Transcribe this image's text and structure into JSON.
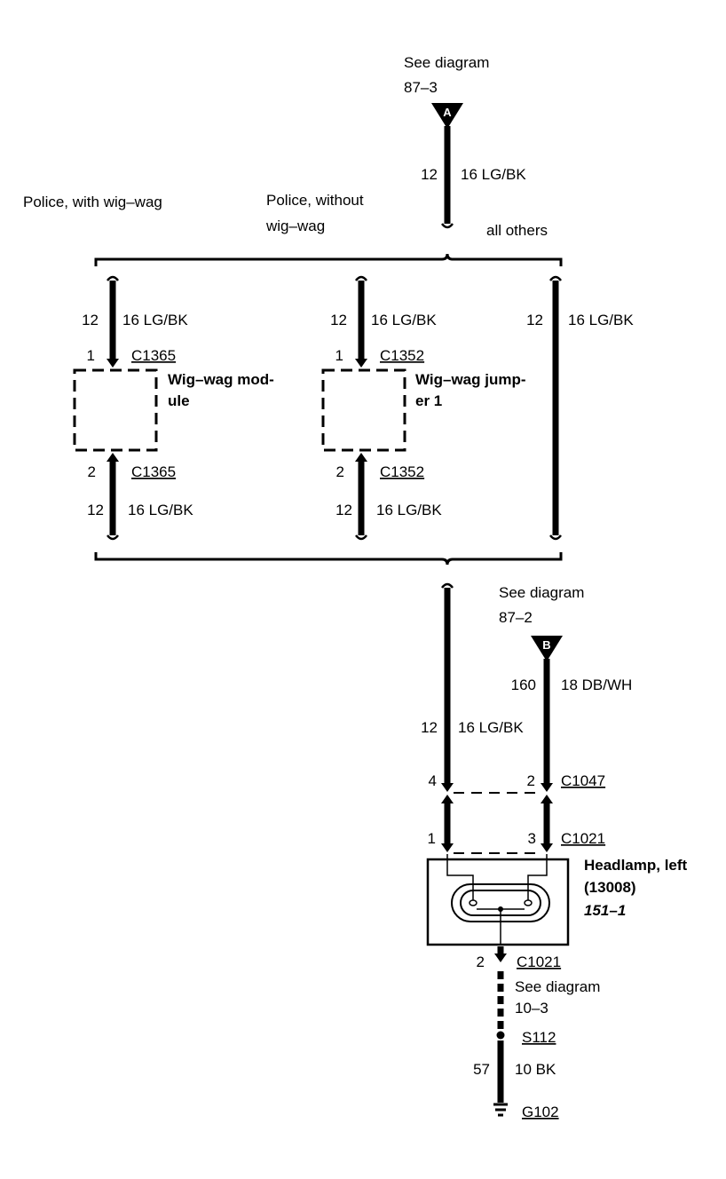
{
  "refs": {
    "top_see": "See diagram",
    "top_page": "87–3",
    "top_letter": "A",
    "mid_see": "See diagram",
    "mid_page": "87–2",
    "mid_letter": "B",
    "ground_see": "See diagram",
    "ground_page": "10–3"
  },
  "options": {
    "with_wigwag": "Police, with wig–wag",
    "without_wigwag_1": "Police, without",
    "without_wigwag_2": "wig–wag",
    "all_others": "all others"
  },
  "wires": {
    "feed_circuit": "12",
    "feed_color": "16 LG/BK",
    "module_in_circuit": "12",
    "module_in_color": "16 LG/BK",
    "module_out_circuit": "12",
    "module_out_color": "16 LG/BK",
    "jumper_in_circuit": "12",
    "jumper_in_color": "16 LG/BK",
    "jumper_out_circuit": "12",
    "jumper_out_color": "16 LG/BK",
    "others_circuit": "12",
    "others_color": "16 LG/BK",
    "lamp_feed_circuit": "12",
    "lamp_feed_color": "16 LG/BK",
    "hi_circuit": "160",
    "hi_color": "18 DB/WH",
    "ground_circuit": "57",
    "ground_color": "10 BK"
  },
  "components": {
    "module_name_1": "Wig–wag mod-",
    "module_name_2": "ule",
    "jumper_name_1": "Wig–wag jump-",
    "jumper_name_2": "er 1",
    "headlamp_name_1": "Headlamp, left",
    "headlamp_name_2": "(13008)",
    "headlamp_page": "151–1"
  },
  "connectors": {
    "module_in_pin": "1",
    "module_in_id": "C1365",
    "module_out_pin": "2",
    "module_out_id": "C1365",
    "jumper_in_pin": "1",
    "jumper_in_id": "C1352",
    "jumper_out_pin": "2",
    "jumper_out_id": "C1352",
    "c1047_pin_left": "4",
    "c1047_pin_right": "2",
    "c1047_id": "C1047",
    "c1021_pin_left": "1",
    "c1021_pin_right": "3",
    "c1021_id": "C1021",
    "c1021_gnd_pin": "2",
    "c1021_gnd_id": "C1021"
  },
  "splice": "S112",
  "ground": "G102"
}
